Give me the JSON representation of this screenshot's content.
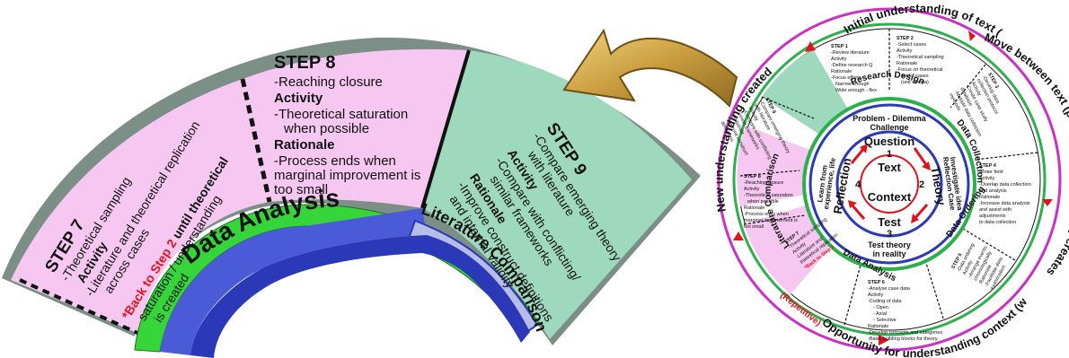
{
  "arc": {
    "step7": {
      "title": "STEP 7",
      "lines": [
        "-Theoretical sampling",
        "Activity",
        "-Literature and theoretical replication",
        "across cases"
      ],
      "back_red": "*Back to Step 2",
      "back_rest": " until theoretical",
      "back_lines": [
        "saturation / understanding",
        "is created"
      ]
    },
    "step8": {
      "title": "STEP 8",
      "lines": [
        "-Reaching closure",
        "Activity",
        "-Theoretical saturation",
        "when possible",
        "Rationale",
        "-Process ends when",
        "marginal improvement is",
        "too small"
      ]
    },
    "step9": {
      "title": "STEP 9",
      "lines": [
        "-Compare emerging theory",
        "with literature",
        "Activity",
        "-Compare with conflicting/",
        "similar frameworks",
        "Rationale",
        "-Improve construct definitions",
        "and internal validity"
      ]
    },
    "band_data": "Data Analysis",
    "band_lit": "Literature Comparison"
  },
  "circle": {
    "outer_top": "Initial understanding of text (part)",
    "outer_right": "Move between text (part) & context (whole) creates",
    "outer_bottom": "Opportunity for understanding context (whole)",
    "outer_left": "New understanding created",
    "repetitive": "(Repetitive)",
    "ring_top": "Research Design",
    "ring_right": "Data Collection",
    "ring_right2": "Data Ordering",
    "ring_bottom": "Data Analysis",
    "ring_left": "Literature Comparison",
    "problem": "Problem - Dilemma",
    "challenge": "Challenge",
    "investigate": "Investigate idea",
    "reflection_case": "Reflection Case",
    "test_theory": "Test theory",
    "in_reality": "in reality",
    "learn_from": "Learn from",
    "experience": "experience, life",
    "question": "Question",
    "q_num": "1",
    "theory": "Theory",
    "t_num": "2",
    "test": "Test",
    "te_num": "3",
    "reflection": "Reflection",
    "r_num": "4",
    "text": "Text",
    "context": "Context",
    "s1": [
      "STEP 1",
      "-Review literature",
      "Activity",
      "-Define research Q",
      "Rationale",
      "-Focus efforts:",
      "Narrow enough",
      "Wide enough - flex"
    ],
    "s2": [
      "STEP 2",
      "-Select cases",
      "Activity",
      "-Theoretical sampling",
      "Rationale",
      "-Focus on theoretical",
      "useful cases",
      "(unit of data)"
    ],
    "s3": [
      "STEP 3",
      "-Develop data",
      "collection protocol",
      "Activity",
      "-Create case study",
      "database",
      "-Multiple data collection",
      "methods"
    ],
    "s4": [
      "STEP 4",
      "-Enter field",
      "Activity",
      "-Overlap data collection",
      "and analysis",
      "Rationale",
      "-Increase data analysis",
      "and assist with",
      "adjustments",
      "to data collection"
    ],
    "s5": [
      "STEP 5",
      "-Data ordering",
      "Activity",
      "-Arrange events",
      "chronologically",
      "Rationale",
      "-Facilitate data",
      "examination"
    ],
    "s6": [
      "STEP 6",
      "-Analyse case data",
      "Activity",
      "-Coding of data",
      "- Open",
      "- Axial",
      "- Selective",
      "Rationale",
      "-Develop concepts and categories",
      "-Basic building blocks for theory"
    ],
    "s7": [
      "STEP 7",
      "-Theoretical sampling",
      "Activity",
      "-Literature and",
      "theoretical replication"
    ],
    "s7_red": "*Back to Step 2",
    "s8": [
      "STEP 8",
      "-Reaching closure",
      "Activity",
      "-Theoretical saturation",
      "when possible",
      "Rationale",
      "-Process ends when",
      "marginal improvement is",
      "too small"
    ],
    "s9": [
      "STEP 9",
      "-Compare emerging theory",
      "with literature",
      "Activity",
      "-Compare with conflicting",
      "similar frameworks",
      "Rationale",
      "-Improve construct",
      "definitions"
    ]
  },
  "colors": {
    "pink": "#f6c8f1",
    "green": "#9fd9bd",
    "band_green": "#36d63a",
    "band_blue": "#4b5bd8",
    "band_lavender": "#b7bde9",
    "border_gray": "#7b8f86",
    "magenta": "#cc2fc6",
    "circle_green": "#2bb04a",
    "circle_blue": "#2b38b8",
    "red": "#e0141c",
    "arrow_gold": "#c9a14a"
  }
}
